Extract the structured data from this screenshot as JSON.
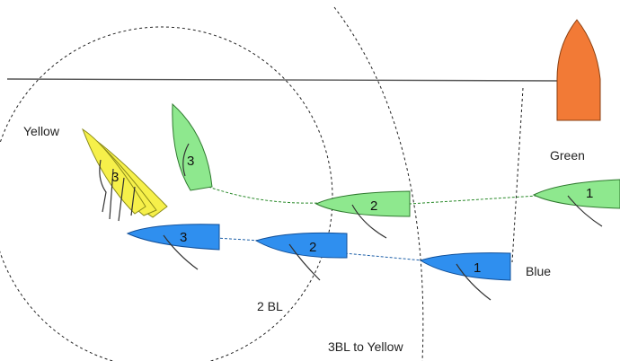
{
  "labels": {
    "yellow": "Yellow",
    "green": "Green",
    "blue": "Blue",
    "two_bl": "2 BL",
    "three_bl": "3BL to Yellow"
  },
  "boats": {
    "green_1": "1",
    "green_2": "2",
    "green_3": "3",
    "blue_1": "1",
    "blue_2": "2",
    "blue_3": "3",
    "yellow_3": "3"
  },
  "colors": {
    "green": "#8ee88e",
    "blue": "#2f8fef",
    "yellow": "#f6f04a",
    "mark": "#f27a36"
  }
}
